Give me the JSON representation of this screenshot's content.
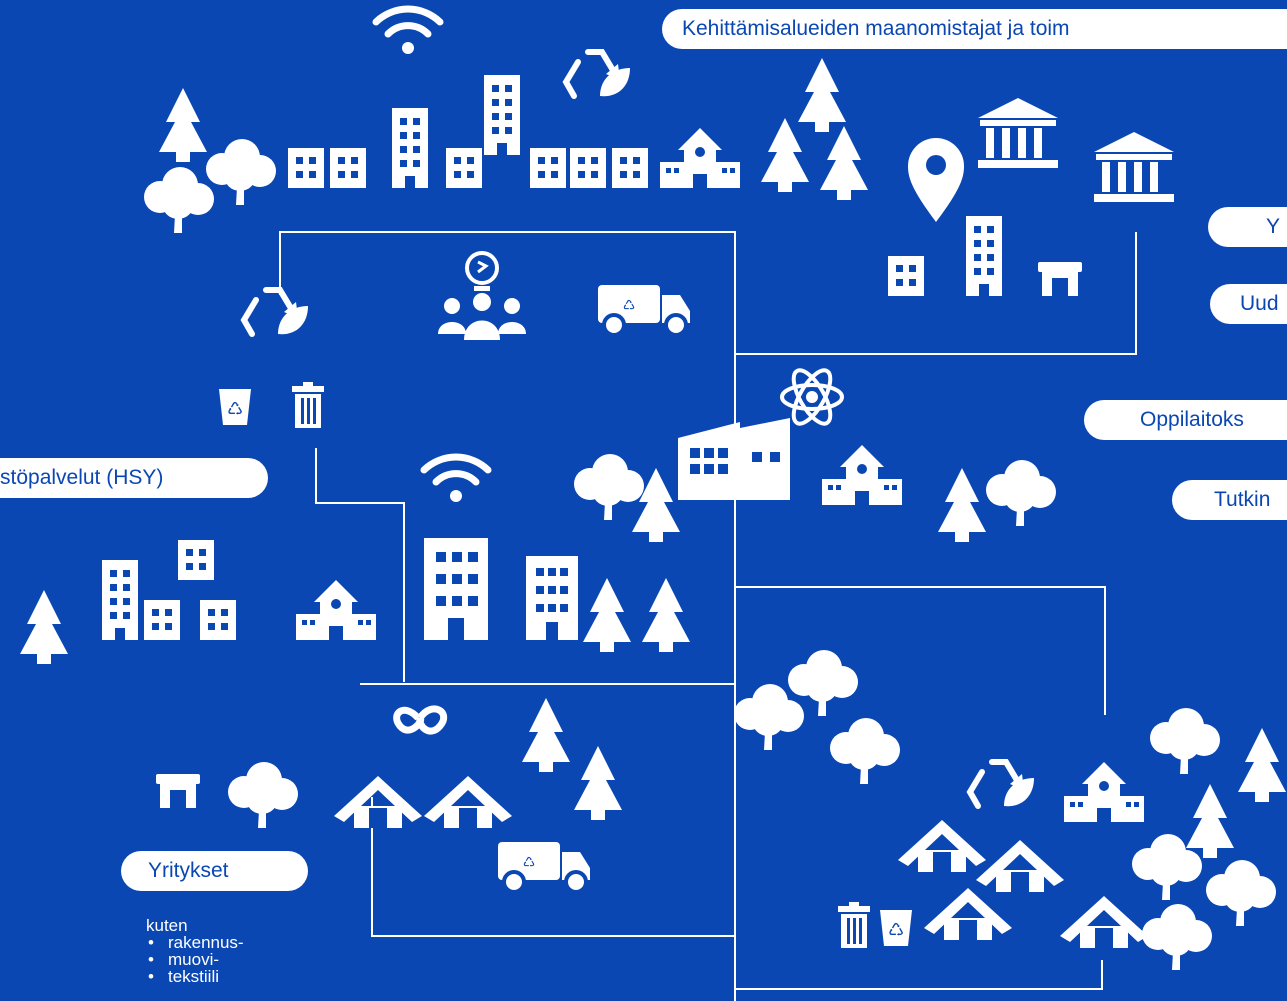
{
  "labels": {
    "landowners": "Kehittämisalueiden maanomistajat ja toim",
    "y": "Y",
    "uud": "Uud",
    "oppilaitoks": "Oppilaitoks",
    "tutkin": "Tutkin",
    "hsy": "stöpalvelut (HSY)",
    "yritykset": "Yritykset"
  },
  "companies": {
    "intro": "kuten",
    "items": [
      "rakennus-",
      "muovi-",
      "tekstiili"
    ]
  },
  "colors": {
    "background": "#0a47b3",
    "foreground": "#ffffff"
  },
  "icons": [
    "tree-icon",
    "building-icon",
    "house-icon",
    "wifi-icon",
    "recycle-icon",
    "bank-icon",
    "location-pin-icon",
    "shop-icon",
    "people-idea-icon",
    "recycling-truck-icon",
    "recycle-bin-icon",
    "trash-can-icon",
    "atom-icon",
    "factory-icon",
    "circular-economy-icon"
  ]
}
